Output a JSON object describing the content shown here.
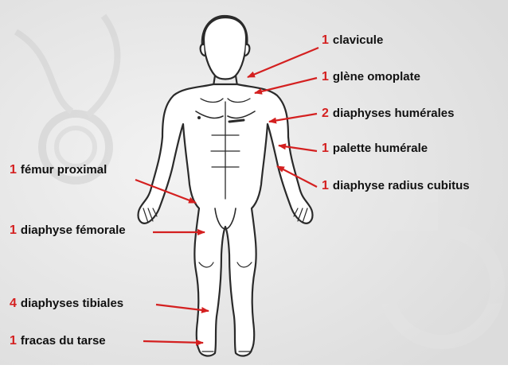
{
  "colors": {
    "count": "#d42020",
    "arrow": "#d42020",
    "text": "#111111",
    "figure_outline": "#2a2a2a"
  },
  "figure": {
    "name": "human-body-outline-icon"
  },
  "labels": [
    {
      "id": "clavicule",
      "count": "1",
      "text": "clavicule"
    },
    {
      "id": "glene-omoplate",
      "count": "1",
      "text": "glène omoplate"
    },
    {
      "id": "diaphyses-humerales",
      "count": "2",
      "text": "diaphyses humérales"
    },
    {
      "id": "palette-humerale",
      "count": "1",
      "text": "palette humérale"
    },
    {
      "id": "diaphyse-radius-cubitus",
      "count": "1",
      "text": "diaphyse radius cubitus"
    },
    {
      "id": "femur-proximal",
      "count": "1",
      "text": "fémur proximal"
    },
    {
      "id": "diaphyse-femorale",
      "count": "1",
      "text": "diaphyse fémorale"
    },
    {
      "id": "diaphyses-tibiales",
      "count": "4",
      "text": "diaphyses tibiales"
    },
    {
      "id": "fracas-du-tarse",
      "count": "1",
      "text": "fracas du tarse"
    }
  ]
}
